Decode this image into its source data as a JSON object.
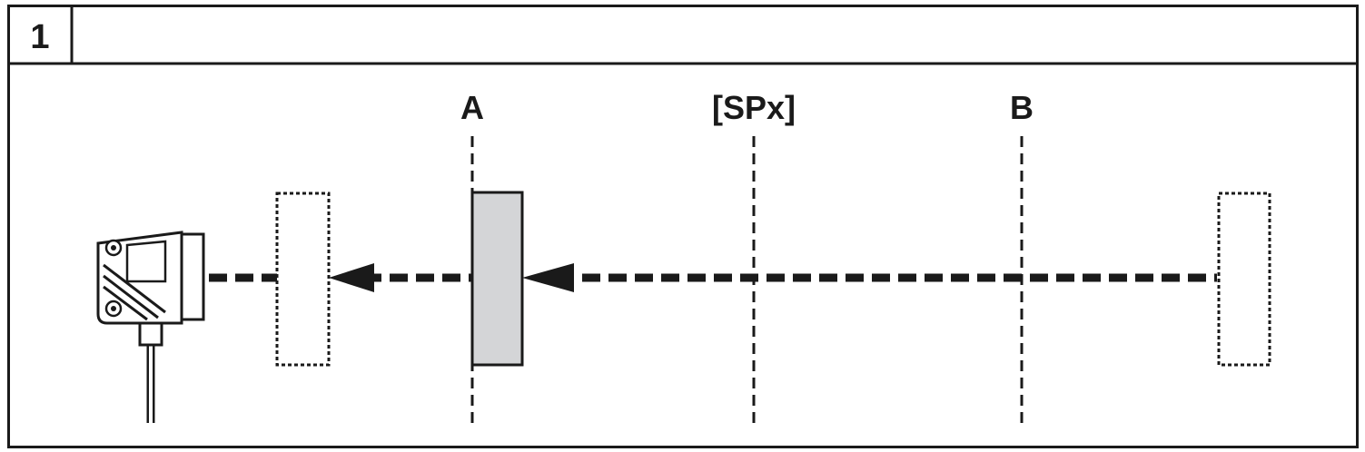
{
  "header": {
    "figure_number": "1",
    "title": ""
  },
  "diagram": {
    "markers": [
      {
        "id": "a",
        "label": "A"
      },
      {
        "id": "spx",
        "label": "[SPx]"
      },
      {
        "id": "b",
        "label": "B"
      }
    ]
  },
  "colors": {
    "line": "#1a1a1a",
    "target_fill": "#d4d5d7",
    "background": "#ffffff"
  }
}
